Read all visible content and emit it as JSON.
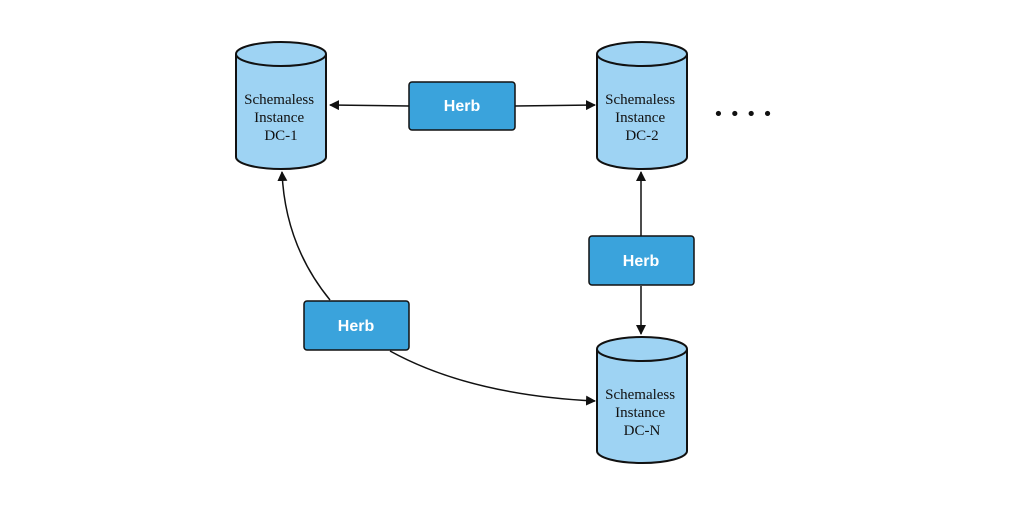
{
  "colors": {
    "cylinder_fill": "#9ed3f3",
    "cylinder_stroke": "#111111",
    "herb_fill": "#3aa3dc",
    "herb_stroke": "#111111",
    "arrow": "#111111"
  },
  "instances": [
    {
      "lines": [
        "Schemaless",
        "Instance",
        "DC-1"
      ]
    },
    {
      "lines": [
        "Schemaless",
        "Instance",
        "DC-2"
      ]
    },
    {
      "lines": [
        "Schemaless",
        "Instance",
        "DC-N"
      ]
    }
  ],
  "herbs": [
    {
      "label": "Herb"
    },
    {
      "label": "Herb"
    },
    {
      "label": "Herb"
    }
  ],
  "ellipsis": "• • • •"
}
